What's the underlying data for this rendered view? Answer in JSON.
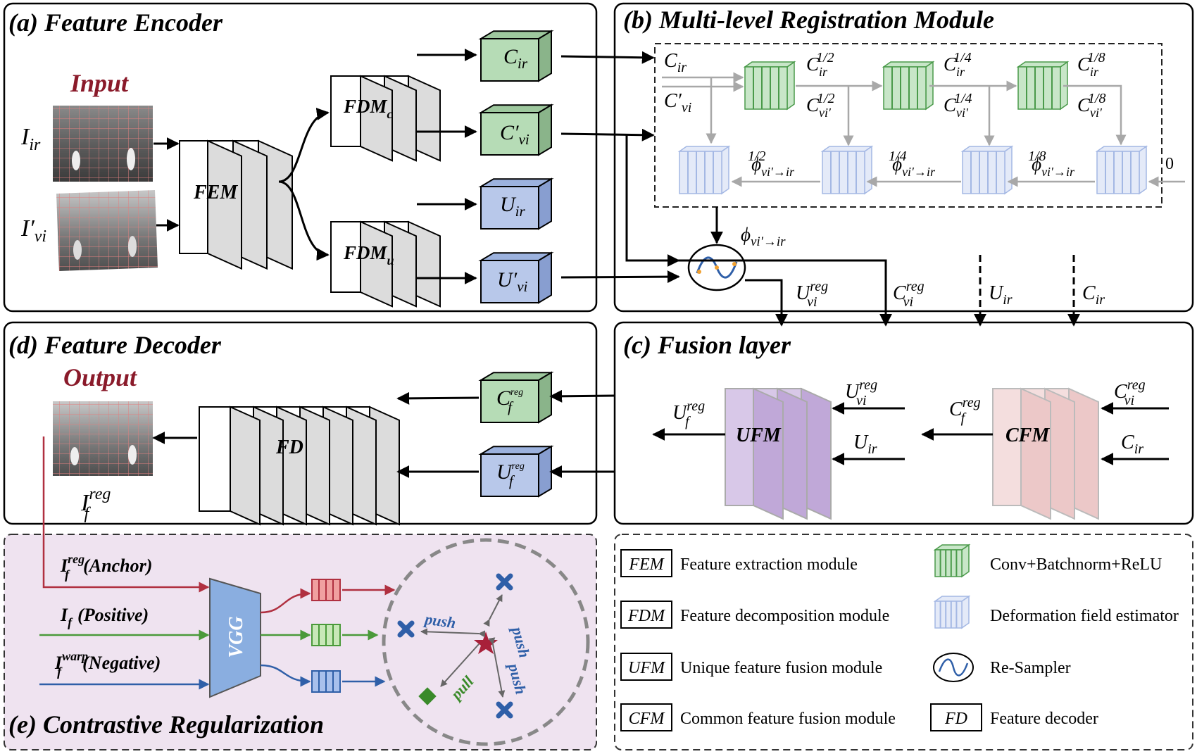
{
  "panels": {
    "a": "(a) Feature Encoder",
    "b": "(b) Multi-level Registration Module",
    "c": "(c) Fusion layer",
    "d": "(d) Feature Decoder",
    "e": "(e) Contrastive Regularization"
  },
  "encoder": {
    "input_label": "Input",
    "i_ir": "I",
    "i_ir_sub": "ir",
    "i_vi": "I′",
    "i_vi_sub": "vi",
    "fem": "FEM",
    "fdm_c": "FDM",
    "fdm_c_sub": "c",
    "fdm_u": "FDM",
    "fdm_u_sub": "u",
    "c_ir": "C",
    "c_ir_sub": "ir",
    "c_vi": "C′",
    "c_vi_sub": "vi",
    "u_ir": "U",
    "u_ir_sub": "ir",
    "u_vi": "U′",
    "u_vi_sub": "vi"
  },
  "registration": {
    "c_ir": "C",
    "c_ir_sub": "ir",
    "c_vi": "C′",
    "c_vi_sub": "vi",
    "scale_half": "1/2",
    "scale_quarter": "1/4",
    "scale_eighth": "1/8",
    "c_ir_s": "C",
    "c_ir_s_sub": "ir",
    "c_vi_s": "C",
    "c_vi_s_sub": "vi′",
    "phi": "ϕ",
    "phi_sub": "vi′→ir",
    "zero": "0",
    "phi_out": "ϕ",
    "phi_out_sub": "vi′→ir"
  },
  "flow": {
    "u_reg": "U",
    "u_reg_sup": "reg",
    "u_reg_sub": "vi",
    "c_reg": "C",
    "c_reg_sup": "reg",
    "c_reg_sub": "vi",
    "u_ir": "U",
    "u_ir_sub": "ir",
    "c_ir": "C",
    "c_ir_sub": "ir"
  },
  "fusion": {
    "ufm": "UFM",
    "cfm": "CFM",
    "uf": "U",
    "uf_sup": "reg",
    "uf_sub": "f",
    "cf": "C",
    "cf_sup": "reg",
    "cf_sub": "f",
    "uvi": "U",
    "uvi_sup": "reg",
    "uvi_sub": "vi",
    "uir": "U",
    "uir_sub": "ir",
    "cvi": "C",
    "cvi_sup": "reg",
    "cvi_sub": "vi",
    "cir": "C",
    "cir_sub": "ir"
  },
  "decoder": {
    "output_label": "Output",
    "fd": "FD",
    "cf": "C",
    "cf_sup": "reg",
    "cf_sub": "f",
    "uf": "U",
    "uf_sup": "reg",
    "uf_sub": "f",
    "if": "I",
    "if_sup": "reg",
    "if_sub": "f"
  },
  "contrastive": {
    "anchor": "(Anchor)",
    "anchor_sym": "I",
    "anchor_sup": "reg",
    "anchor_sub": "f",
    "positive": "(Positive)",
    "positive_sym": "I",
    "positive_sub": "f",
    "negative": "(Negative)",
    "negative_sym": "I",
    "negative_sup": "warp",
    "negative_sub": "f",
    "vgg": "VGG",
    "push": "push",
    "pull": "pull",
    "colors": {
      "anchor": "#b03040",
      "positive": "#4a9a3a",
      "negative": "#2f5fa8"
    }
  },
  "legend": [
    {
      "abbr": "FEM",
      "text": "Feature extraction module"
    },
    {
      "abbr": "FDM",
      "text": "Feature decomposition module"
    },
    {
      "abbr": "UFM",
      "text": "Unique feature fusion module"
    },
    {
      "abbr": "CFM",
      "text": "Common feature fusion module"
    },
    {
      "icon": "green-conv-icon",
      "text": "Conv+Batchnorm+ReLU"
    },
    {
      "icon": "blue-deform-icon",
      "text": "Deformation field estimator"
    },
    {
      "icon": "resampler-icon",
      "text": "Re-Sampler"
    },
    {
      "abbr": "FD",
      "text": "Feature decoder"
    }
  ]
}
